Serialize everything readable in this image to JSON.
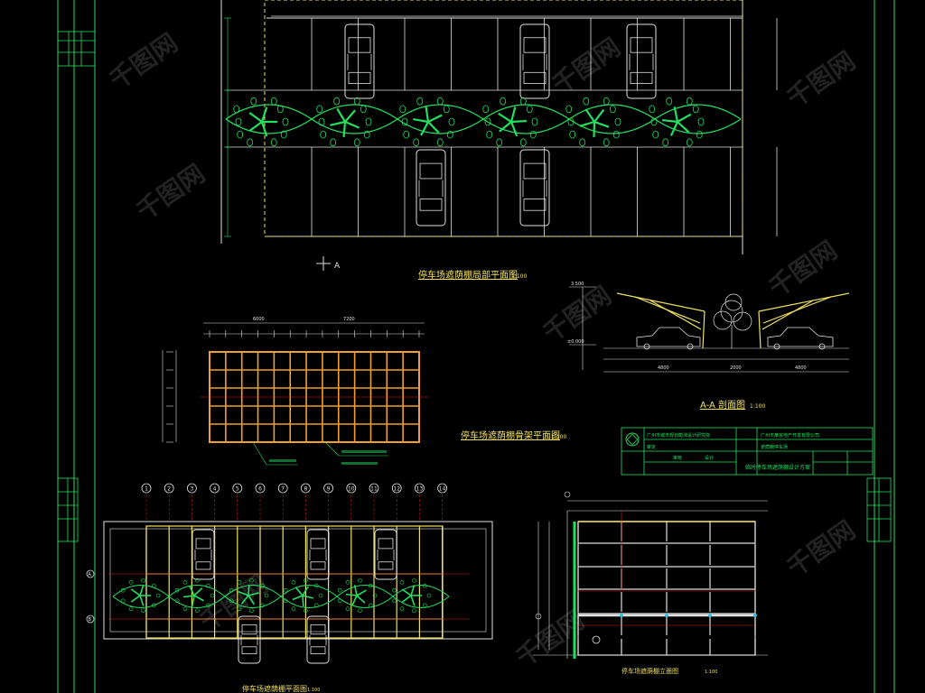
{
  "drawings": {
    "top_plan": {
      "title": "停车场遮荫棚局部平面图",
      "scale": "1:100",
      "section_mark": "A"
    },
    "roof_plan": {
      "title": "停车场遮荫棚骨架平面图",
      "scale": "1:100",
      "dim_left": "6000",
      "dim_right": "7200"
    },
    "section": {
      "title": "A-A 剖面图",
      "scale": "1:100",
      "level_top": "3.500",
      "level_base": "±0.000"
    },
    "bottom_plan": {
      "title": "停车场遮荫棚平面图",
      "scale": "1:100",
      "axes": [
        "1",
        "2",
        "3",
        "4",
        "5",
        "6",
        "7",
        "8",
        "9",
        "10",
        "11",
        "12",
        "13",
        "14"
      ],
      "row_axes": [
        "A",
        "B"
      ]
    },
    "elevation": {
      "title": "停车场遮荫棚立面图",
      "scale": "1:100"
    }
  },
  "title_block": {
    "company": "广州市城市规划勘测设计研究院",
    "client": "广州市某房地产开发有限公司",
    "project": "遮荫棚停车场",
    "sheet_title": "临时停车场遮荫棚设计方案",
    "approved": "审定",
    "checked": "审核",
    "designed": "设计"
  },
  "watermark": "千图网",
  "colors": {
    "green": "#22e060",
    "yellow": "#f0e060",
    "white": "#e0e0e0",
    "orange": "#f0a030",
    "red": "#e02020",
    "cyan": "#30c0e0"
  }
}
